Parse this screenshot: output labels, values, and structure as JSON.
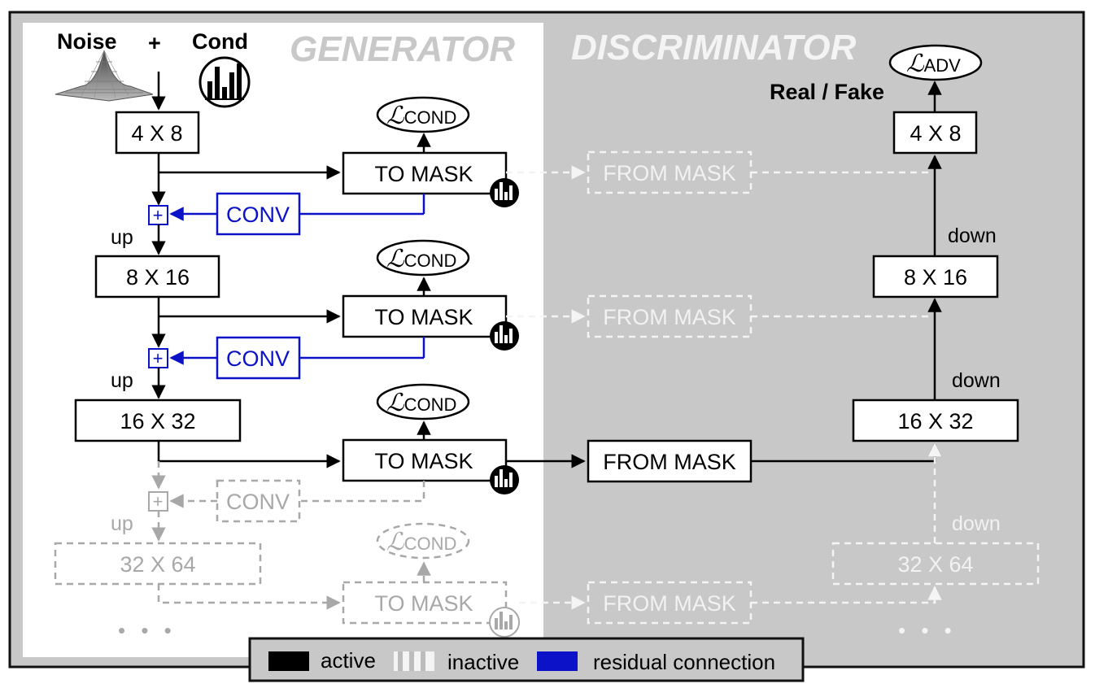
{
  "header": {
    "noise": "Noise",
    "plus": "+",
    "cond": "Cond",
    "generator_title": "GENERATOR",
    "discriminator_title": "DISCRIMINATOR",
    "real_fake": "Real / Fake"
  },
  "losses": {
    "cond_main": "ℒ",
    "cond_sub": "COND",
    "adv_main": "ℒ",
    "adv_sub": "ADV"
  },
  "generator": {
    "blocks": [
      "4 X 8",
      "8 X 16",
      "16 X 32",
      "32 X 64"
    ],
    "to_mask": "TO MASK",
    "conv": "CONV",
    "up": "up",
    "ellipsis": "• • •"
  },
  "discriminator": {
    "blocks": [
      "4 X 8",
      "8 X 16",
      "16 X 32",
      "32 X 64"
    ],
    "from_mask": "FROM MASK",
    "down": "down",
    "ellipsis": "• • •"
  },
  "legend": {
    "active": "active",
    "inactive": "inactive",
    "residual": "residual connection",
    "colors": {
      "active": "#000000",
      "residual": "#0b12c8",
      "inactive": "#a8a8a8"
    }
  }
}
